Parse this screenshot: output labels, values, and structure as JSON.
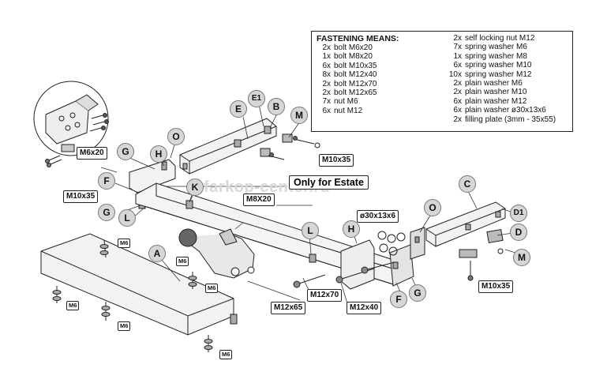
{
  "legend": {
    "title": "FASTENING MEANS:",
    "left_items": [
      {
        "qty": "2x",
        "desc": "bolt M6x20"
      },
      {
        "qty": "1x",
        "desc": "bolt M8x20"
      },
      {
        "qty": "6x",
        "desc": "bolt M10x35"
      },
      {
        "qty": "8x",
        "desc": "bolt M12x40"
      },
      {
        "qty": "2x",
        "desc": "bolt M12x70"
      },
      {
        "qty": "2x",
        "desc": "bolt M12x65"
      },
      {
        "qty": "7x",
        "desc": "nut M6"
      },
      {
        "qty": "6x",
        "desc": "nut M12"
      }
    ],
    "right_items": [
      {
        "qty": "2x",
        "desc": "self locking nut M12"
      },
      {
        "qty": "7x",
        "desc": "spring washer M6"
      },
      {
        "qty": "1x",
        "desc": "spring washer M8"
      },
      {
        "qty": "6x",
        "desc": "spring washer M10"
      },
      {
        "qty": "10x",
        "desc": "spring washer M12"
      },
      {
        "qty": "2x",
        "desc": "plain washer M6"
      },
      {
        "qty": "2x",
        "desc": "plain washer M10"
      },
      {
        "qty": "6x",
        "desc": "plain washer M12"
      },
      {
        "qty": "6x",
        "desc": "plain washer ø30x13x6"
      },
      {
        "qty": "2x",
        "desc": "filling plate (3mm - 35x55)"
      }
    ]
  },
  "estate_note": "Only for Estate",
  "watermark": "farkop-center.ru",
  "callouts": {
    "m6x20": "M6x20",
    "m10x35_top": "M10x35",
    "m10x35_left": "M10x35",
    "m8x20": "M8X20",
    "washer30": "ø30x13x6",
    "m10x35_right": "M10x35",
    "m12x70": "M12x70",
    "m12x40": "M12x40",
    "m12x65": "M12x65",
    "m6_a": "M6",
    "m6_b": "M6",
    "m6_c": "M6",
    "m6_d": "M6",
    "m6_e": "M6",
    "m6_f": "M6"
  },
  "letters": {
    "e": "E",
    "e1": "E1",
    "b": "B",
    "m_top": "M",
    "o_left": "O",
    "g_left": "G",
    "h_left": "H",
    "f_left": "F",
    "k": "K",
    "g_left2": "G",
    "l_left": "L",
    "c": "C",
    "o_right": "O",
    "d1": "D1",
    "d": "D",
    "m_right": "M",
    "h_right": "H",
    "l_mid": "L",
    "a": "A",
    "f_right": "F",
    "g_right": "G"
  }
}
